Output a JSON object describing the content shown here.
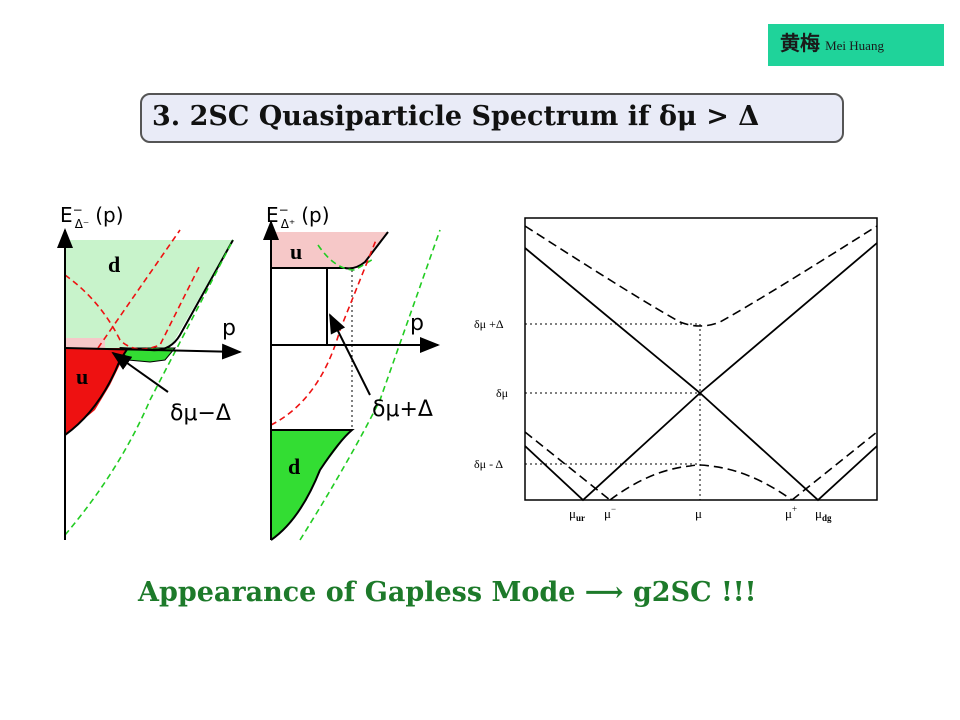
{
  "author": {
    "name_cn": "黄梅",
    "name_en": "Mei Huang"
  },
  "title": "3. 2SC Quasiparticle Spectrum if δμ > Δ",
  "subtitle": "Appearance of Gapless Mode ⟶ g2SC !!!",
  "panel_left": {
    "axis_label_y": "E",
    "axis_label_sup": "−",
    "axis_label_sub": "Δ⁻",
    "axis_label_arg": "(p)",
    "axis_label_x": "p",
    "region_upper": "d",
    "region_lower": "u",
    "arrow_label": "δμ−Δ"
  },
  "panel_middle": {
    "axis_label_y": "E",
    "axis_label_sup": "−",
    "axis_label_sub": "Δ⁺",
    "axis_label_arg": "(p)",
    "axis_label_x": "p",
    "region_upper": "u",
    "region_lower": "d",
    "arrow_label": "δμ+Δ"
  },
  "panel_right": {
    "y_ticks": [
      "δμ +Δ",
      "δμ",
      "δμ - Δ"
    ],
    "x_ticks": [
      {
        "main": "μ",
        "sub": "ur",
        "sup": ""
      },
      {
        "main": "μ",
        "sub": "",
        "sup": "−"
      },
      {
        "main": "μ",
        "sub": "",
        "sup": ""
      },
      {
        "main": "μ",
        "sub": "",
        "sup": "+"
      },
      {
        "main": "μ",
        "sub": "dg",
        "sup": ""
      }
    ]
  },
  "colors": {
    "tag_bg": "#1fd39a",
    "light_green": "#c8f3cb",
    "green": "#33dd33",
    "red": "#ee1111",
    "pink": "#f6c8c8",
    "subtitle": "#1d7a2a"
  }
}
